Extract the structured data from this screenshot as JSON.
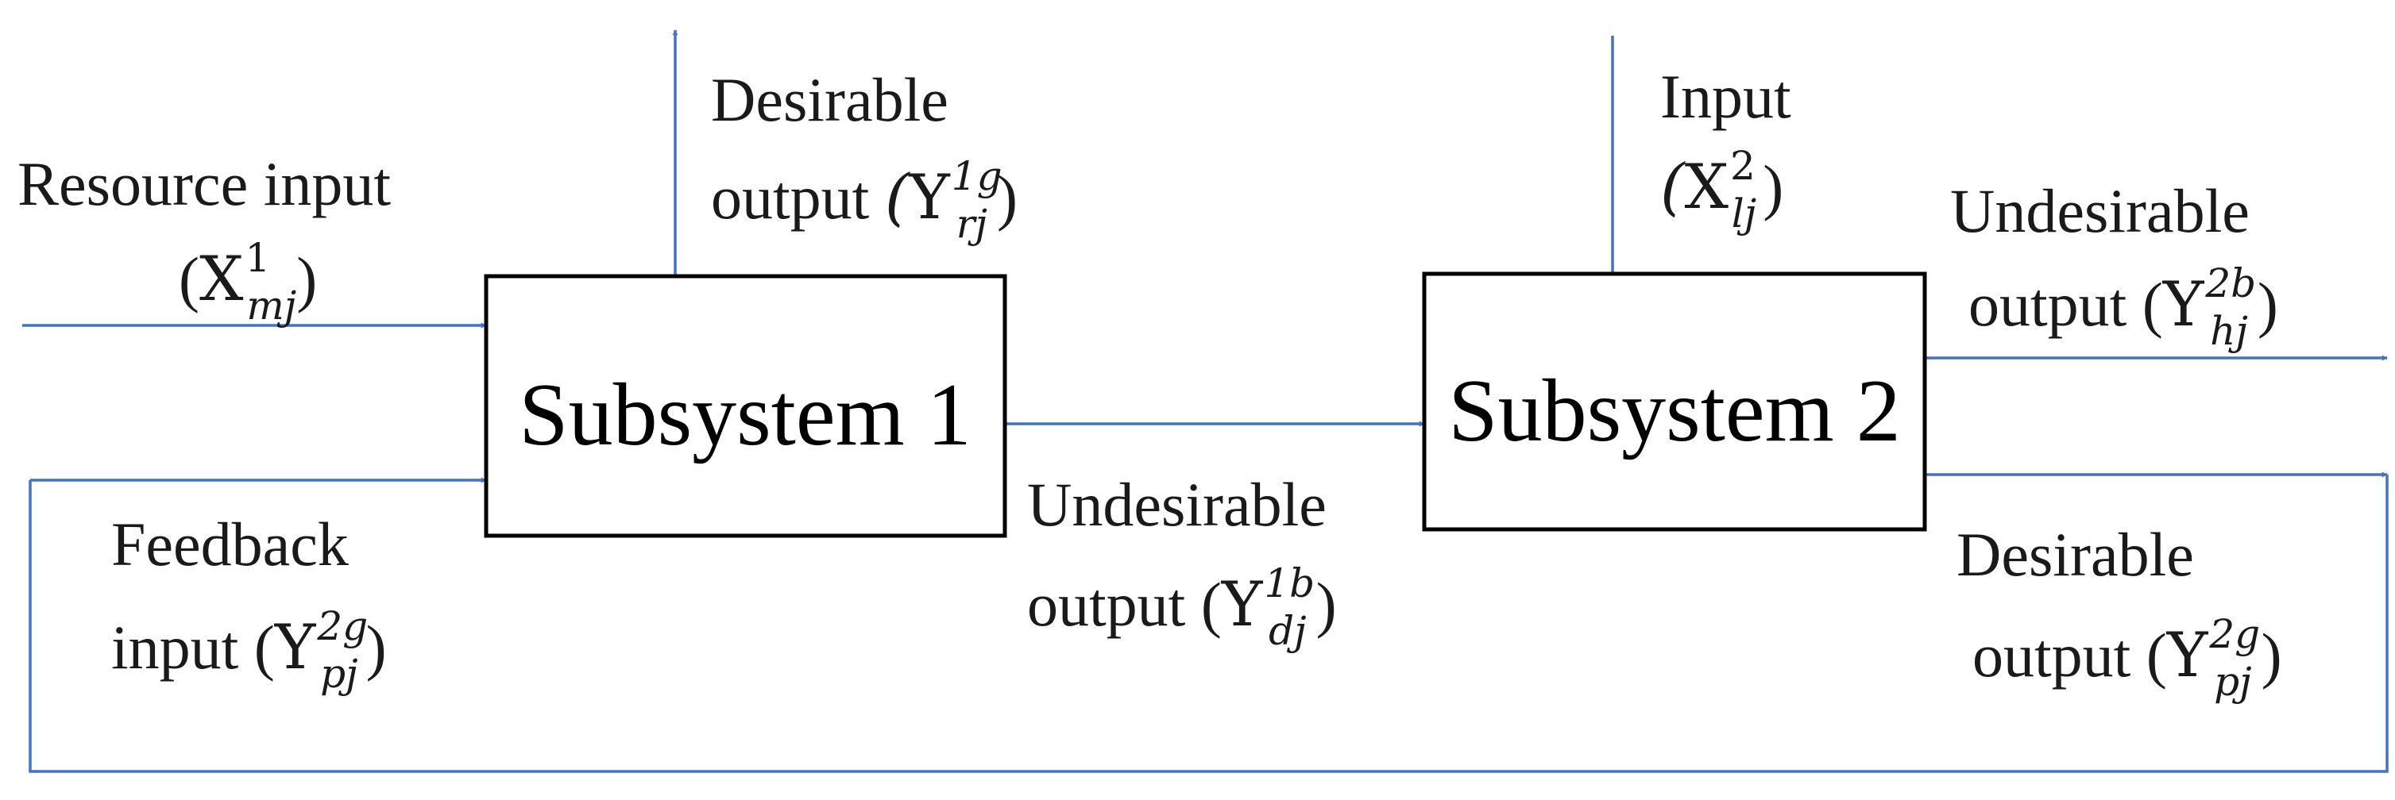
{
  "colors": {
    "arrow": "#4472c4",
    "box_border": "#000000",
    "text": "#1a1a1a"
  },
  "nodes": {
    "subsystem1": "Subsystem 1",
    "subsystem2": "Subsystem 2"
  },
  "labels": {
    "resource_input": {
      "line1": "Resource input",
      "open": "(",
      "sym": "X",
      "sup": "1",
      "sub": "mj",
      "close": ")"
    },
    "feedback_input": {
      "line1": "Feedback",
      "pre": "input ",
      "open": "(",
      "sym": "Y",
      "sup": "2g",
      "sub": "pj",
      "close": ")"
    },
    "desirable_output_1": {
      "line1": "Desirable",
      "pre": "output ",
      "open": "(",
      "sym": "Y",
      "sup": "1g",
      "sub": "rj",
      "close": ")"
    },
    "undesirable_output_1": {
      "line1": "Undesirable",
      "pre": "output ",
      "open": "(",
      "sym": "Y",
      "sup": "1b",
      "sub": "dj",
      "close": ")"
    },
    "input_2": {
      "line1": "Input",
      "open": "(",
      "sym": "X",
      "sup": "2",
      "sub": "lj",
      "close": ")"
    },
    "undesirable_output_2": {
      "line1": "Undesirable",
      "pre": "output ",
      "open": "(",
      "sym": "Y",
      "sup": "2b",
      "sub": "hj",
      "close": ")"
    },
    "desirable_output_2": {
      "line1": "Desirable",
      "pre": "output ",
      "open": "(",
      "sym": "Y",
      "sup": "2g",
      "sub": "pj",
      "close": ")"
    }
  }
}
